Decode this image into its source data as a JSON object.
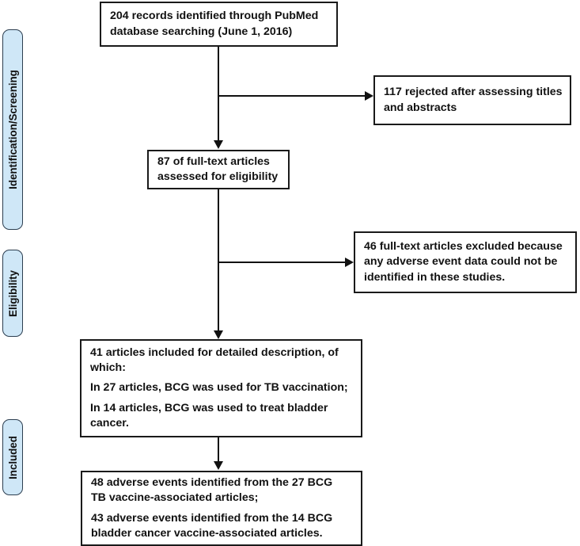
{
  "diagram": {
    "title": "PRISMA-style study selection flow diagram",
    "colors": {
      "stage_label_fill": "#cfe7f7",
      "stage_label_border": "#2c3e50",
      "box_border": "#1a1a1a",
      "box_fill": "#ffffff",
      "connector": "#111111",
      "text": "#111111"
    },
    "stages": [
      {
        "id": "stage-identification-screening",
        "label": "Identification/Screening"
      },
      {
        "id": "stage-eligibility",
        "label": "Eligibility"
      },
      {
        "id": "stage-included",
        "label": "Included"
      }
    ],
    "boxes": [
      {
        "id": "box-records-identified",
        "lines": [
          "204 records identified through PubMed",
          "database searching (June 1, 2016)"
        ]
      },
      {
        "id": "box-records-rejected",
        "lines": [
          "117 rejected after assessing titles",
          "and abstracts"
        ]
      },
      {
        "id": "box-fulltext-assessed",
        "lines": [
          "87 of full-text articles",
          "assessed for eligibility"
        ]
      },
      {
        "id": "box-fulltext-excluded",
        "lines": [
          "46 full-text articles excluded because",
          "any adverse event data could not be",
          "identified in these studies."
        ]
      },
      {
        "id": "box-articles-included",
        "lines": [
          "41 articles included for detailed description, of",
          "which:",
          "In 27 articles, BCG was used for TB vaccination;",
          "In 14 articles, BCG was used to treat bladder",
          "cancer."
        ]
      },
      {
        "id": "box-adverse-events",
        "lines": [
          "48 adverse events identified from the 27 BCG",
          "TB vaccine-associated articles;",
          "43 adverse events identified from the 14 BCG",
          "bladder cancer vaccine-associated articles."
        ]
      }
    ],
    "connectors": [
      {
        "id": "connector-records-to-fulltext",
        "type": "arrow-down"
      },
      {
        "id": "connector-records-to-rejected",
        "type": "arrow-right"
      },
      {
        "id": "connector-fulltext-to-included",
        "type": "arrow-down"
      },
      {
        "id": "connector-fulltext-to-excluded",
        "type": "arrow-right"
      },
      {
        "id": "connector-included-to-adverse",
        "type": "arrow-down"
      }
    ],
    "chart_data": {
      "type": "diagram",
      "title": "Study selection flow",
      "nodes": [
        {
          "id": "identified",
          "count": 204,
          "label": "records identified through PubMed database searching (June 1, 2016)"
        },
        {
          "id": "rejected",
          "count": 117,
          "label": "rejected after assessing titles and abstracts"
        },
        {
          "id": "assessed",
          "count": 87,
          "label": "full-text articles assessed for eligibility"
        },
        {
          "id": "excluded",
          "count": 46,
          "label": "full-text articles excluded because any adverse event data could not be identified in these studies"
        },
        {
          "id": "included",
          "count": 41,
          "label": "articles included for detailed description"
        },
        {
          "id": "included_tb",
          "count": 27,
          "label": "articles, BCG was used for TB vaccination"
        },
        {
          "id": "included_bladder",
          "count": 14,
          "label": "articles, BCG was used to treat bladder cancer"
        },
        {
          "id": "adverse_tb",
          "count": 48,
          "label": "adverse events identified from the 27 BCG TB vaccine-associated articles"
        },
        {
          "id": "adverse_bladder",
          "count": 43,
          "label": "adverse events identified from the 14 BCG bladder cancer vaccine-associated articles"
        }
      ]
    }
  }
}
